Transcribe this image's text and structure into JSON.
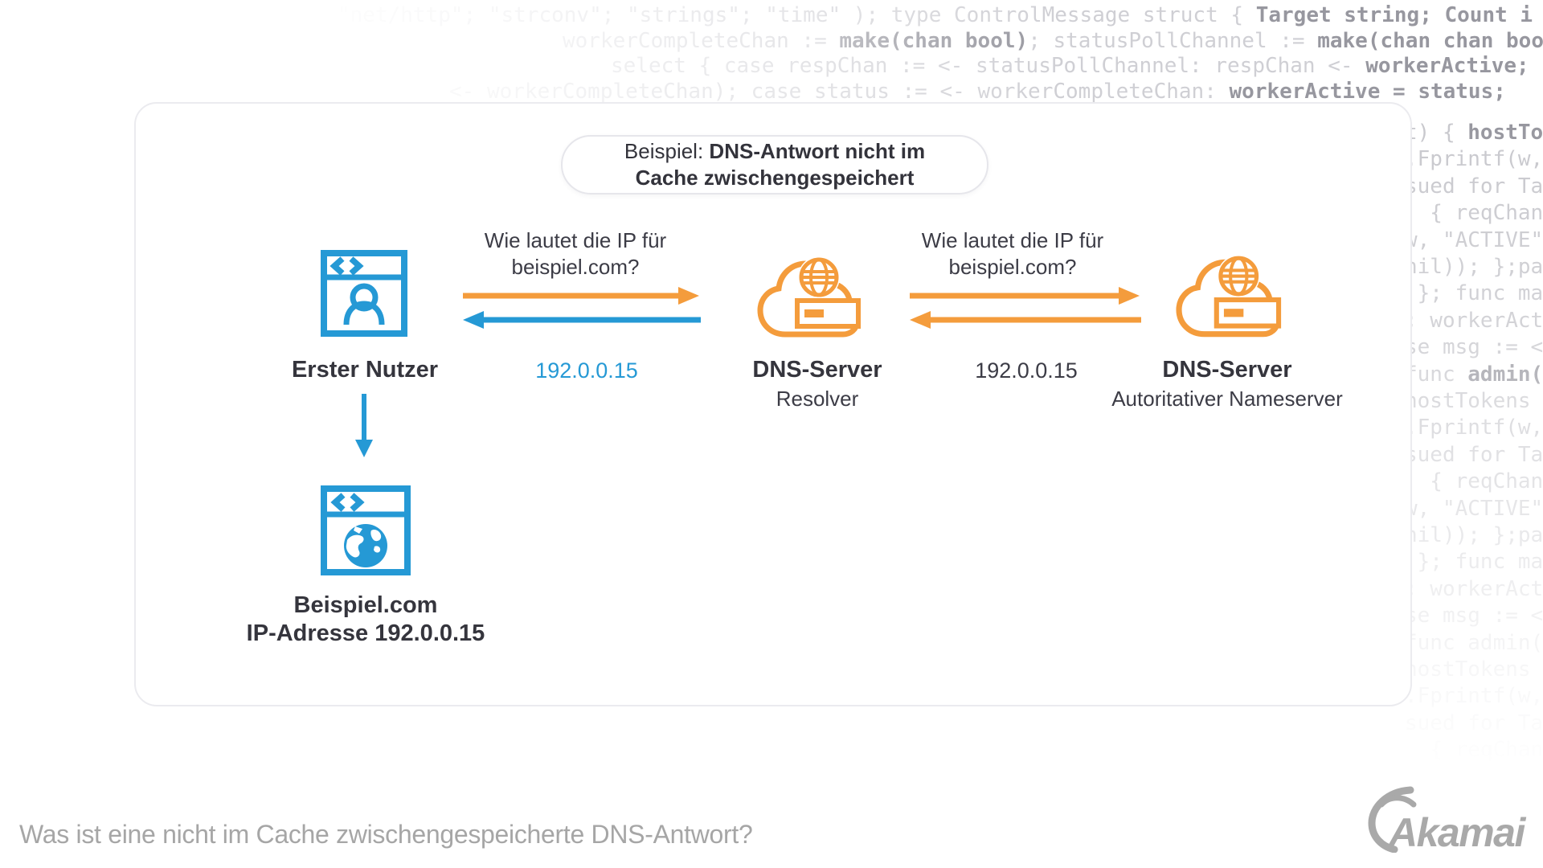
{
  "colors": {
    "blue": "#2599D5",
    "orange": "#F49C3C",
    "dark_text": "#3C3C46",
    "caption_gray": "#A6A6A6",
    "code_gray": "#CFCFD4",
    "code_gray_bold": "#97979F"
  },
  "pill": {
    "prefix": "Beispiel:",
    "bold_line1": "DNS-Antwort nicht im",
    "bold_line2": "Cache zwischengespeichert"
  },
  "nodes": {
    "user": {
      "label": "Erster Nutzer"
    },
    "resolver": {
      "label": "DNS-Server",
      "sublabel": "Resolver"
    },
    "authoritative": {
      "label": "DNS-Server",
      "sublabel": "Autoritativer Nameserver"
    },
    "website": {
      "label": "Beispiel.com",
      "sublabel": "IP-Adresse 192.0.0.15"
    }
  },
  "messages": {
    "left_question_line1": "Wie lautet die IP für",
    "left_question_line2": "beispiel.com?",
    "left_answer": "192.0.0.15",
    "right_question_line1": "Wie lautet die IP für",
    "right_question_line2": "beispiel.com?",
    "right_answer": "192.0.0.15"
  },
  "caption": "Was ist eine nicht im Cache zwischengespeicherte DNS-Antwort?",
  "logo": {
    "text": "Akamai"
  },
  "code": {
    "top_lines": [
      [
        {
          "t": "\"net/http\"; \"strconv\"; \"strings\"; \"time\" ); type ControlMessage struct { ",
          "b": false
        },
        {
          "t": "Target string; Count i",
          "b": true
        }
      ],
      [
        {
          "t": "workerCompleteChan := ",
          "b": false
        },
        {
          "t": "make(chan bool)",
          "b": true
        },
        {
          "t": "; statusPollChannel := ",
          "b": false
        },
        {
          "t": "make(chan chan bool); w",
          "b": true
        }
      ],
      [
        {
          "t": "select { case respChan := <- statusPollChannel: respChan <- ",
          "b": false
        },
        {
          "t": "workerActive; case",
          "b": true
        }
      ],
      [
        {
          "t": "<- workerCompleteChan); case status := <- workerCompleteChan: ",
          "b": false
        },
        {
          "t": "workerActive = status;",
          "b": true
        }
      ]
    ],
    "right_lines": [
      [
        {
          "t": "t) { ",
          "b": false
        },
        {
          "t": "hostTok",
          "b": true
        }
      ],
      [
        {
          "t": ".Fprintf(w,",
          "b": false
        }
      ],
      [
        {
          "t": "sued for Tar",
          "b": false
        }
      ],
      [
        {
          "t": "  { reqChan ",
          "b": false
        }
      ],
      [
        {
          "t": "w, \"ACTIVE\"",
          "b": false
        }
      ],
      [
        {
          "t": "nil)); };pac",
          "b": false
        }
      ],
      [
        {
          "t": " }; func mai",
          "b": false
        }
      ],
      [
        {
          "t": "; workerAct",
          "b": false
        }
      ],
      [
        {
          "t": "se msg := <",
          "b": false
        }
      ],
      [
        {
          "t": "func ",
          "b": false
        },
        {
          "t": "admin(",
          "b": true
        }
      ],
      [
        {
          "t": "hostTokens ",
          "b": false
        }
      ],
      [
        {
          "t": ".Fprintf(w,",
          "b": false
        }
      ],
      [
        {
          "t": "sued for Ta",
          "b": false
        }
      ],
      [
        {
          "t": "  { reqChan",
          "b": false
        }
      ],
      [
        {
          "t": "w, \"ACTIVE\"",
          "b": false
        }
      ],
      [
        {
          "t": "nil)); };pa",
          "b": false
        }
      ],
      [
        {
          "t": " }; func ma",
          "b": false
        }
      ],
      [
        {
          "t": "; workerAct",
          "b": false
        }
      ],
      [
        {
          "t": "se msg := <",
          "b": false
        }
      ],
      [
        {
          "t": "func admin(",
          "b": false
        }
      ],
      [
        {
          "t": "hostTokens",
          "b": false
        }
      ],
      [
        {
          "t": ".Fprintf(w,",
          "b": false
        }
      ],
      [
        {
          "t": "sued for Ta",
          "b": false
        }
      ],
      [
        {
          "t": "  { reqChan",
          "b": false
        }
      ]
    ]
  }
}
